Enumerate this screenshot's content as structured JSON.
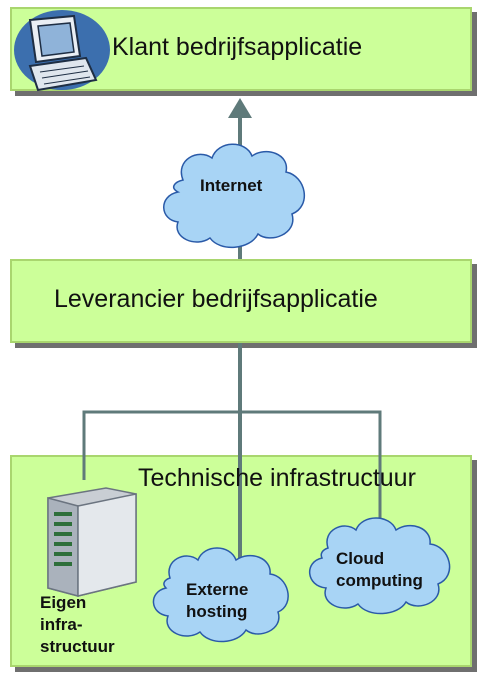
{
  "title_klant": "Klant bedrijfsapplicatie",
  "title_leverancier": "Leverancier bedrijfsapplicatie",
  "title_infra": "Technische infrastructuur",
  "cloud_internet": "Internet",
  "cloud_externe_line1": "Externe",
  "cloud_externe_line2": "hosting",
  "cloud_cloud_line1": "Cloud",
  "cloud_cloud_line2": "computing",
  "eigen_line1": "Eigen",
  "eigen_line2": "infra-",
  "eigen_line3": "structuur",
  "colors": {
    "box_fill": "#ccff99",
    "box_border": "#a9d66e",
    "connector": "#5f7a7a",
    "cloud_fill": "#a8d4f5",
    "cloud_stroke": "#2a5aa8"
  },
  "icons": [
    "computer-icon",
    "server-icon",
    "cloud-icon"
  ]
}
